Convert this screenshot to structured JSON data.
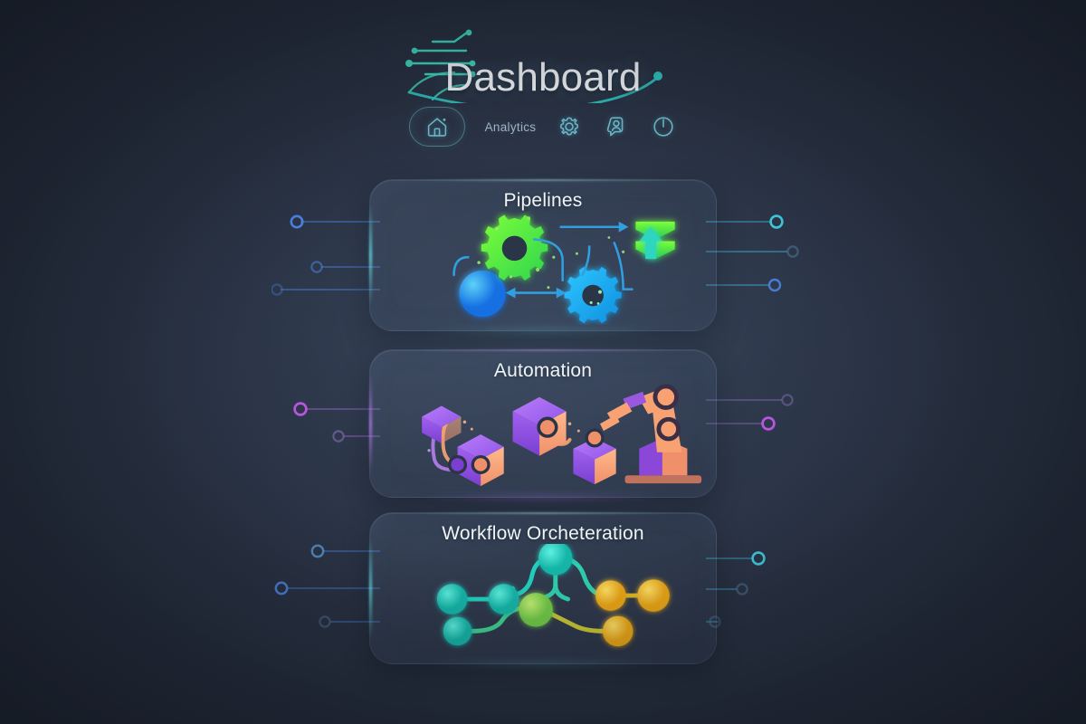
{
  "header": {
    "title": "Dashboard",
    "logo_icon": "circuit-lines-icon",
    "underline_icon": "swoosh-icon"
  },
  "nav": {
    "items": [
      {
        "id": "home",
        "label": "",
        "icon": "home-icon",
        "active": true
      },
      {
        "id": "analytics",
        "label": "Analytics",
        "icon": "",
        "active": false
      },
      {
        "id": "settings",
        "label": "",
        "icon": "gear-icon",
        "active": false
      },
      {
        "id": "profile",
        "label": "",
        "icon": "user-icon",
        "active": false
      },
      {
        "id": "power",
        "label": "",
        "icon": "power-icon",
        "active": false
      }
    ]
  },
  "cards": [
    {
      "id": "pipelines",
      "title": "Pipelines",
      "accent": "#3fc9f5",
      "illustration": "pipelines-gears-illustration",
      "connector_color": "#4a7fd4"
    },
    {
      "id": "automation",
      "title": "Automation",
      "accent": "#b678f5",
      "illustration": "automation-robot-cubes-illustration",
      "connector_color": "#b454e0"
    },
    {
      "id": "workflow-orcheteration",
      "title": "Workflow Orcheteration",
      "accent": "#45d6c4",
      "illustration": "workflow-node-graph-illustration",
      "connector_color": "#3fa9c9"
    }
  ],
  "palette": {
    "background": "#2b3446",
    "card_fill": "rgba(106,126,156,0.18)",
    "title_text": "#f3f6fa",
    "nav_icon": "#6fc0d4",
    "nav_label": "#a8bccd",
    "green": "#5ee832",
    "cyan": "#17b8ef",
    "blue": "#2aa7f0",
    "purple": "#8b4ee0",
    "orange": "#f8a273",
    "teal_node": "#25d6c8",
    "green_node": "#8fdb58",
    "yellow_node": "#f2c52c"
  }
}
